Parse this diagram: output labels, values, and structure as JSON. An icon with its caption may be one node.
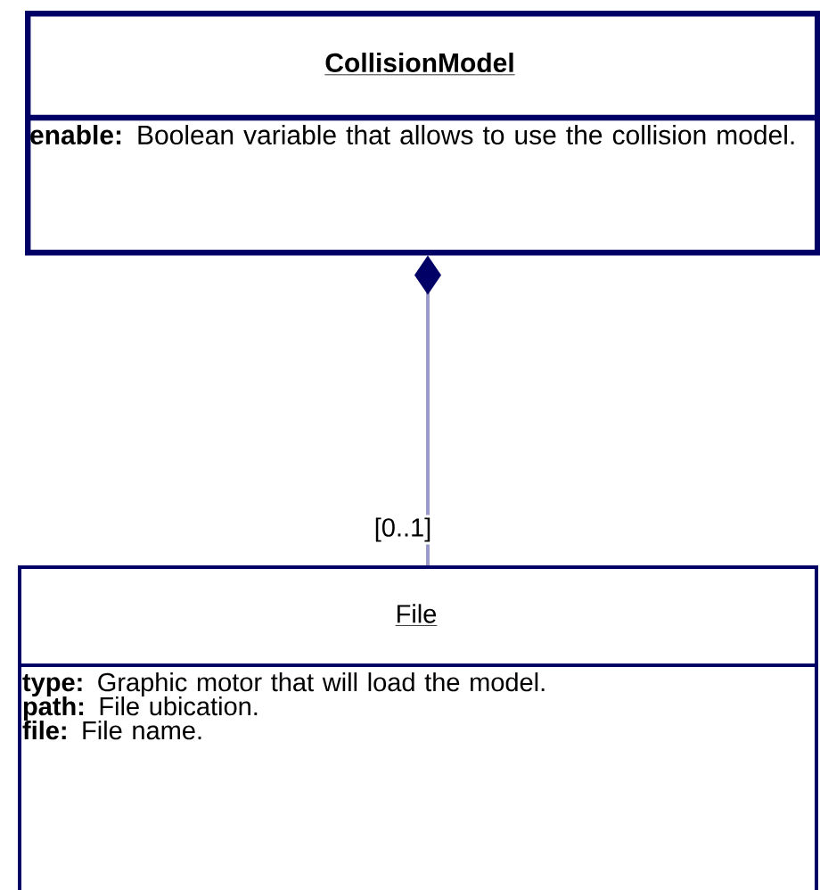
{
  "diagram": {
    "nodes": [
      {
        "text": [
          "CollisionModel",
          "**enable:** Boolean variable that allows to use the collision model."
        ]
      },
      {
        "text": [
          "File",
          "**type:** Graphic motor that will load the model.",
          "**path:** File ubication.",
          "**file:** File name."
        ]
      }
    ],
    "edges": [
      {
        "from": 0,
        "to": 1,
        "arrow": "other",
        "label": "[0..1]"
      }
    ]
  }
}
